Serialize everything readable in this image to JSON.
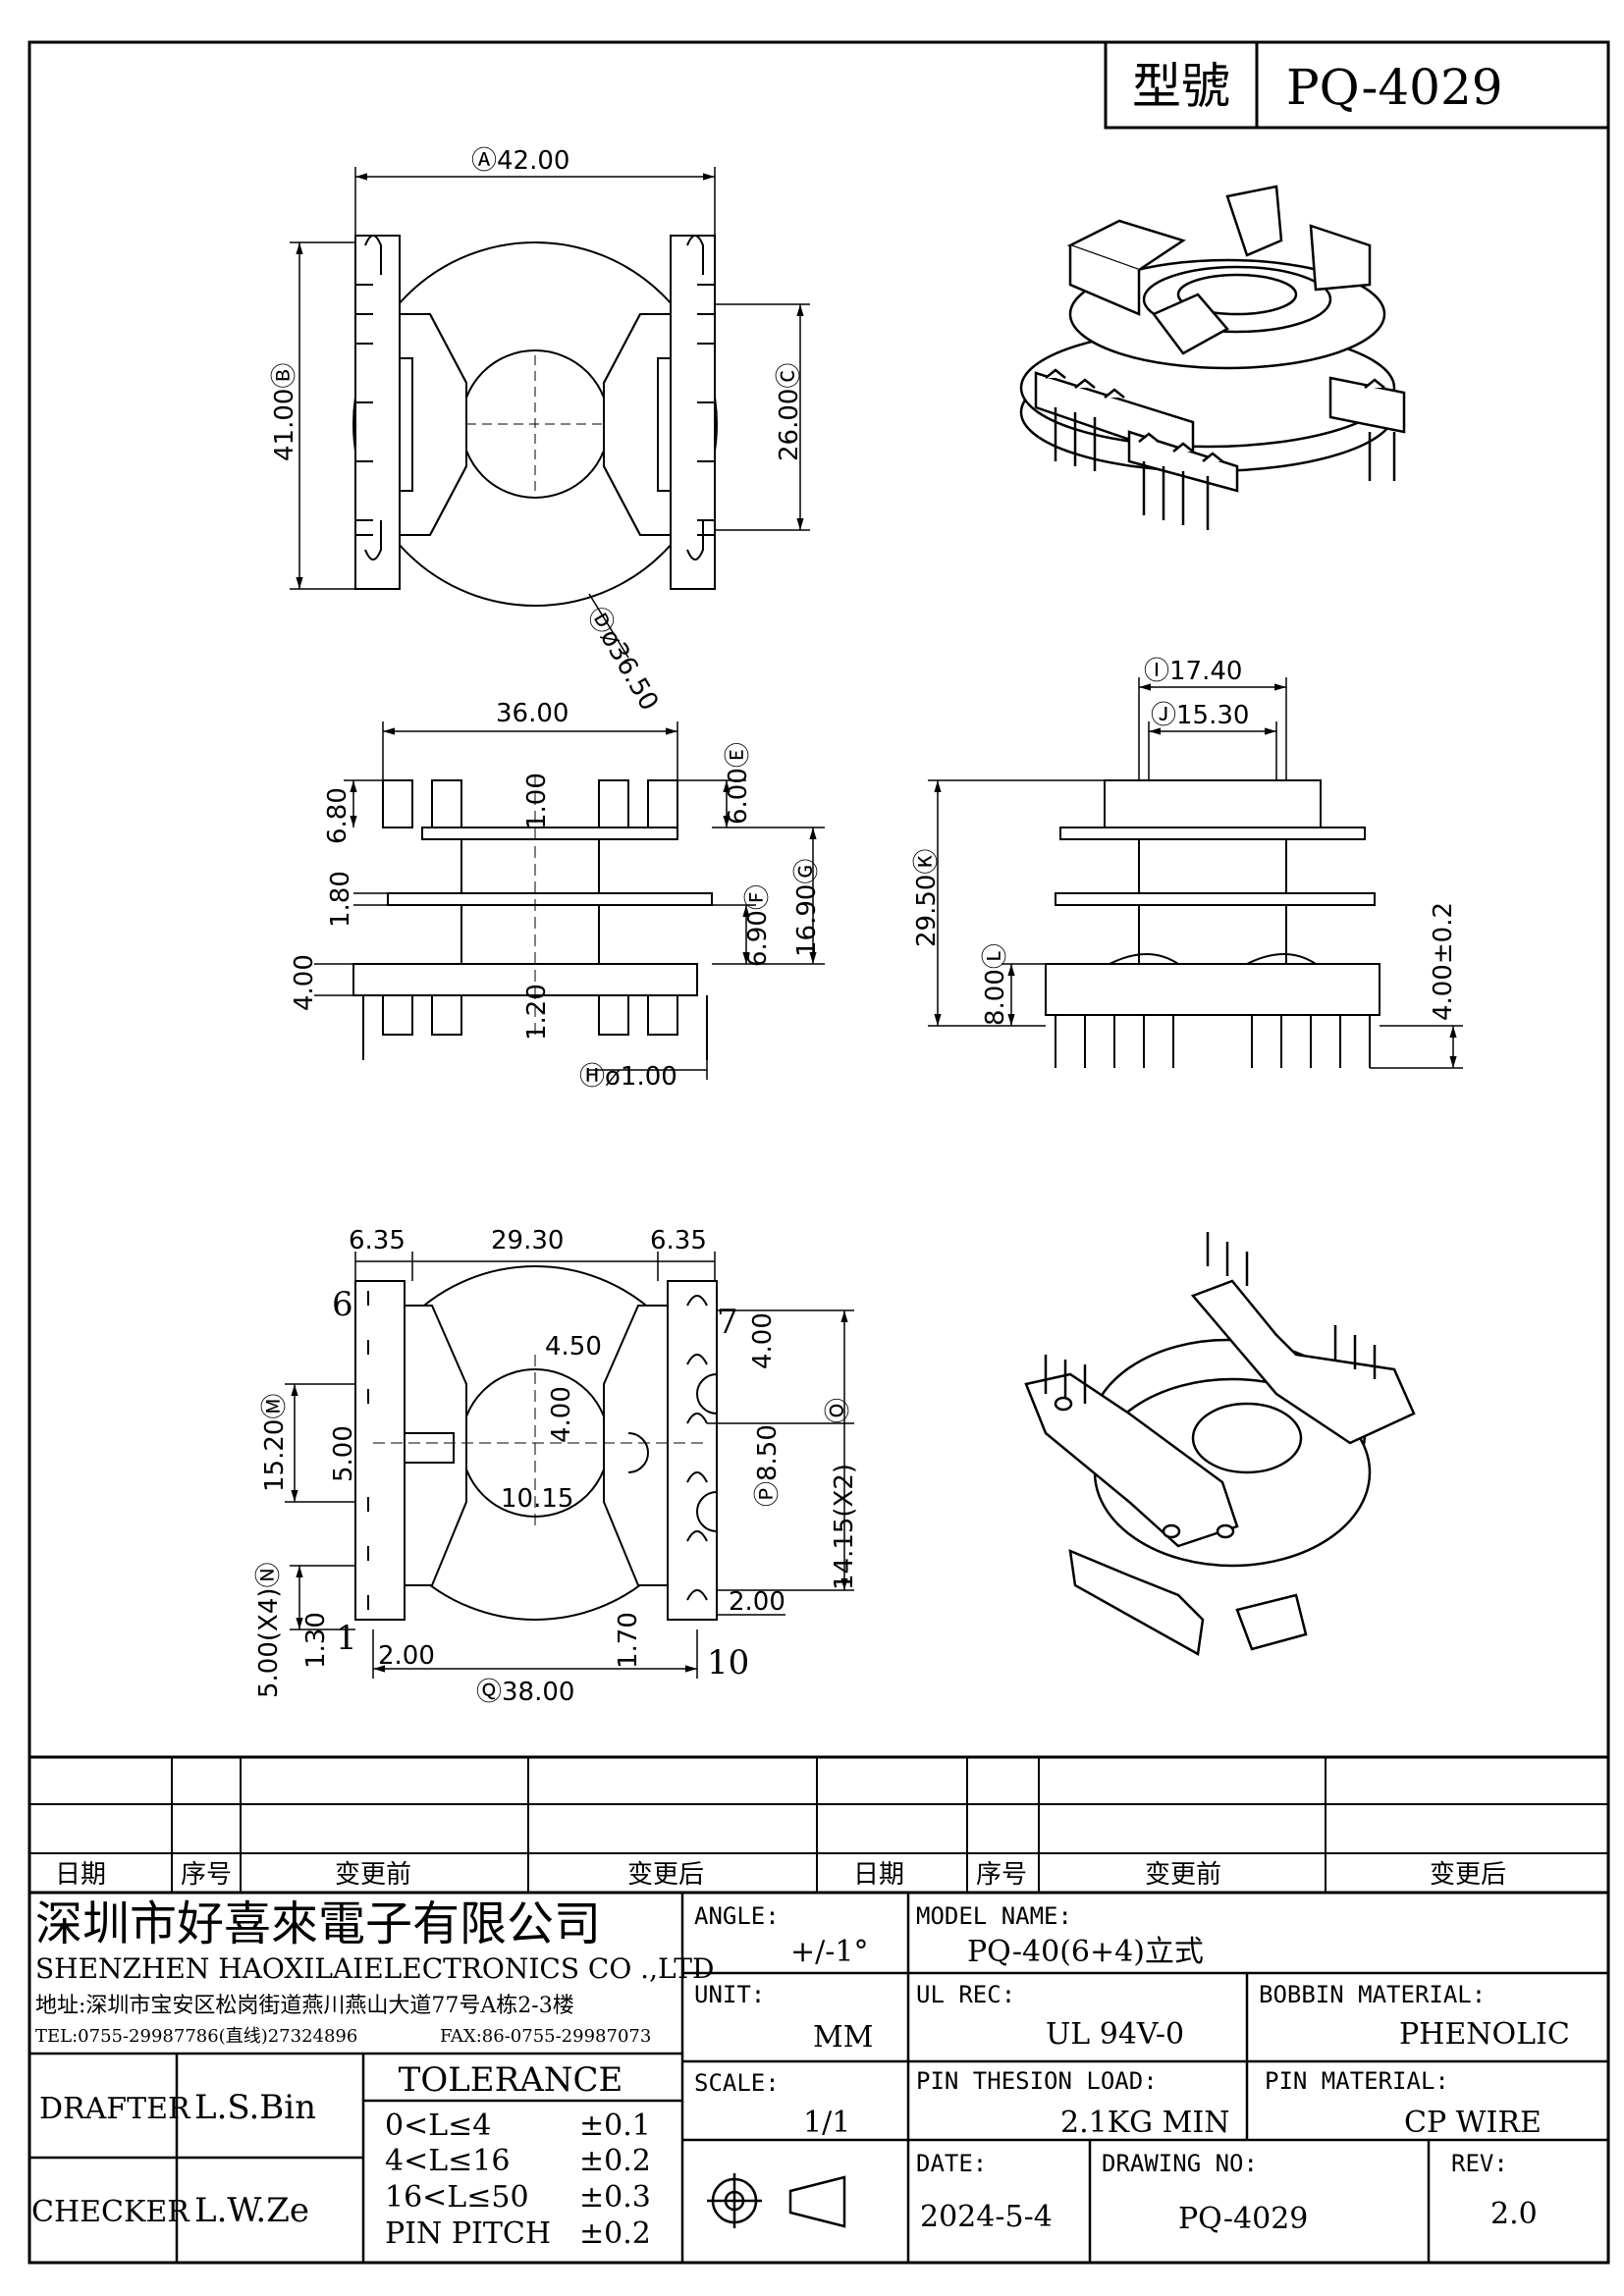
{
  "header": {
    "model_label": "型號",
    "model_value": "PQ-4029"
  },
  "views": {
    "top": {
      "dim_a": "Ⓐ42.00",
      "dim_b": "41.00Ⓑ",
      "dim_c": "26.00Ⓒ",
      "dim_d": "Ⓓø36.50"
    },
    "front": {
      "dim_width": "36.00",
      "dim_680": "6.80",
      "dim_100": "1.00",
      "dim_e": "6.00Ⓔ",
      "dim_180": "1.80",
      "dim_g": "16.90Ⓖ",
      "dim_f": "6.90Ⓕ",
      "dim_400": "4.00",
      "dim_120": "1.20",
      "dim_h": "Ⓗø1.00"
    },
    "side": {
      "dim_i": "Ⓘ17.40",
      "dim_j": "Ⓙ15.30",
      "dim_k": "29.50Ⓚ",
      "dim_l": "8.00Ⓛ",
      "dim_400": "4.00±0.2"
    },
    "bottom": {
      "dim_635_left": "6.35",
      "dim_2930": "29.30",
      "dim_635_right": "6.35",
      "pin_6": "6",
      "pin_7": "7",
      "pin_1": "1",
      "pin_10": "10",
      "dim_450": "4.50",
      "dim_400_a": "4.00",
      "dim_400_b": "4.00",
      "dim_o": "Ⓞ",
      "dim_m": "15.20Ⓜ",
      "dim_500": "5.00",
      "dim_1015": "10.15",
      "dim_p": "Ⓟ8.50",
      "dim_1415": "14.15(X2)",
      "dim_n": "5.00(X4)Ⓝ",
      "dim_130": "1.30",
      "dim_200_left": "2.00",
      "dim_170": "1.70",
      "dim_200_right": "2.00",
      "dim_q": "Ⓠ38.00"
    }
  },
  "revision_table": {
    "headers": [
      "日期",
      "序号",
      "变更前",
      "变更后",
      "日期",
      "序号",
      "变更前",
      "变更后"
    ]
  },
  "company": {
    "name_cn": "深圳市好喜來電子有限公司",
    "name_en": "SHENZHEN HAOXILAIELECTRONICS CO .,LTD",
    "address": "地址:深圳市宝安区松岗街道燕川燕山大道77号A栋2-3楼",
    "tel": "TEL:0755-29987786(直线)27324896",
    "fax": "FAX:86-0755-29987073"
  },
  "title_block": {
    "angle_label": "ANGLE:",
    "angle_value": "+/-1°",
    "model_name_label": "MODEL NAME:",
    "model_name_value": "PQ-40(6+4)立式",
    "unit_label": "UNIT:",
    "unit_value": "MM",
    "ul_rec_label": "UL REC:",
    "ul_rec_value": "UL 94V-0",
    "bobbin_material_label": "BOBBIN MATERIAL:",
    "bobbin_material_value": "PHENOLIC",
    "scale_label": "SCALE:",
    "scale_value": "1/1",
    "pin_load_label": "PIN THESION LOAD:",
    "pin_load_value": "2.1KG MIN",
    "pin_material_label": "PIN MATERIAL:",
    "pin_material_value": "CP  WIRE",
    "date_label": "DATE:",
    "date_value": "2024-5-4",
    "drawing_no_label": "DRAWING NO:",
    "drawing_no_value": "PQ-4029",
    "rev_label": "REV:",
    "rev_value": "2.0",
    "drafter_label": "DRAFTER",
    "drafter_value": "L.S.Bin",
    "checker_label": "CHECKER",
    "checker_value": "L.W.Ze",
    "tolerance_title": "TOLERANCE",
    "tolerance_rows": [
      {
        "range": "0<L≤4",
        "tol": "±0.1"
      },
      {
        "range": "4<L≤16",
        "tol": "±0.2"
      },
      {
        "range": "16<L≤50",
        "tol": "±0.3"
      },
      {
        "range": "PIN PITCH",
        "tol": "±0.2"
      }
    ]
  }
}
